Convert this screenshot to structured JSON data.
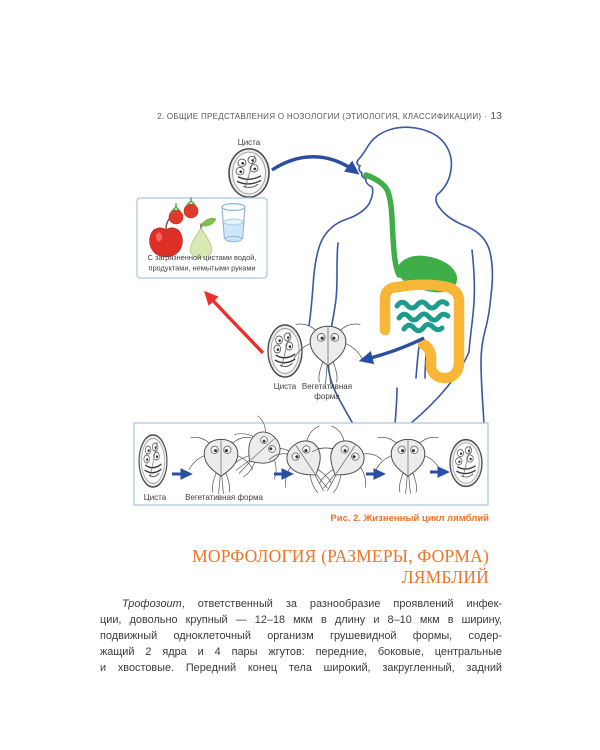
{
  "header": {
    "text": "2. ОБЩИЕ ПРЕДСТАВЛЕНИЯ О НОЗОЛОГИИ (ЭТИОЛОГИЯ, КЛАССИФИКАЦИИ)",
    "separator": "·",
    "page_number": "13"
  },
  "figure": {
    "top_cyst_label": "Циста",
    "contamination_line1": "С загрязненной цистами водой,",
    "contamination_line2": "продуктами, немытыми руками",
    "mid_cyst_label": "Циста",
    "mid_troph_label1": "Вегетативная",
    "mid_troph_label2": "форма",
    "panel_cyst_label": "Циста",
    "panel_troph_label": "Вегетативная форма",
    "caption": "Рис. 2. Жизненный цикл лямблий"
  },
  "section": {
    "heading_line1": "МОРФОЛОГИЯ (РАЗМЕРЫ, ФОРМА)",
    "heading_line2": "ЛЯМБЛИЙ"
  },
  "paragraph": {
    "lead_italic": "Трофозоит",
    "lines": [
      ", ответственный за разнообразие проявлений инфек-",
      "ции, довольно крупный — 12–18 мкм в длину и 8–10 мкм в ширину,",
      "подвижный одноклеточный организм грушевидной формы, содер-",
      "жащий 2 ядра и 4 пары жгутов: передние, боковые, центральные",
      "и хвостовые. Передний конец тела широкий, закругленный, задний"
    ]
  },
  "colors": {
    "accent": "#ee7428",
    "arrow-blue": "#2a4fa2",
    "arrow-red": "#e8322b",
    "body-blue": "#3a56a5",
    "gi-green": "#3fae49",
    "gi-yellow": "#f7b637",
    "gi-teal": "#1d9c8e",
    "box-border": "#abc8e6"
  }
}
